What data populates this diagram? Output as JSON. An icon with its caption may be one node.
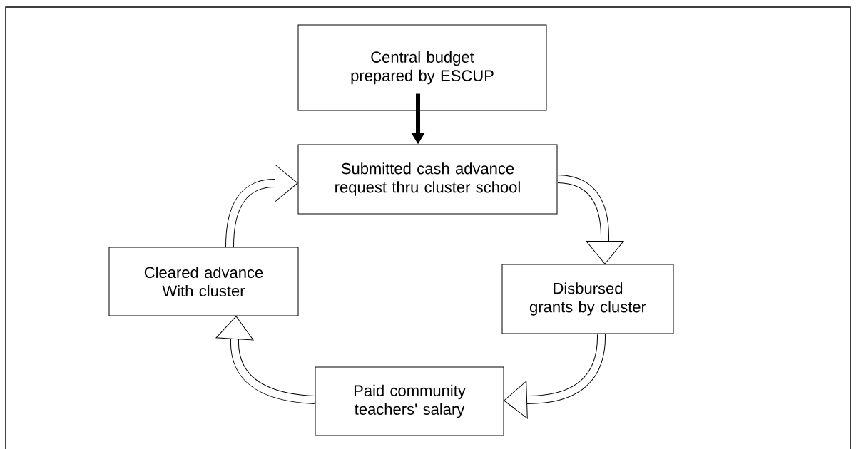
{
  "diagram": {
    "nodes": [
      {
        "text": [
          "Central budget prepared by ESCUP"
        ]
      },
      {
        "text": [
          "Submitted cash advance request thru cluster school"
        ]
      },
      {
        "text": [
          "Disbursed grants by cluster"
        ]
      },
      {
        "text": [
          "Paid community teachers' salary"
        ]
      },
      {
        "text": [
          "Cleared advance With cluster"
        ]
      }
    ],
    "edges": [
      {
        "from": 0,
        "to": 1,
        "arrow": "to"
      },
      {
        "from": 1,
        "to": 2,
        "arrow": "to"
      },
      {
        "from": 2,
        "to": 3,
        "arrow": "to"
      },
      {
        "from": 3,
        "to": 4,
        "arrow": "to"
      },
      {
        "from": 4,
        "to": 1,
        "arrow": "to"
      }
    ]
  }
}
